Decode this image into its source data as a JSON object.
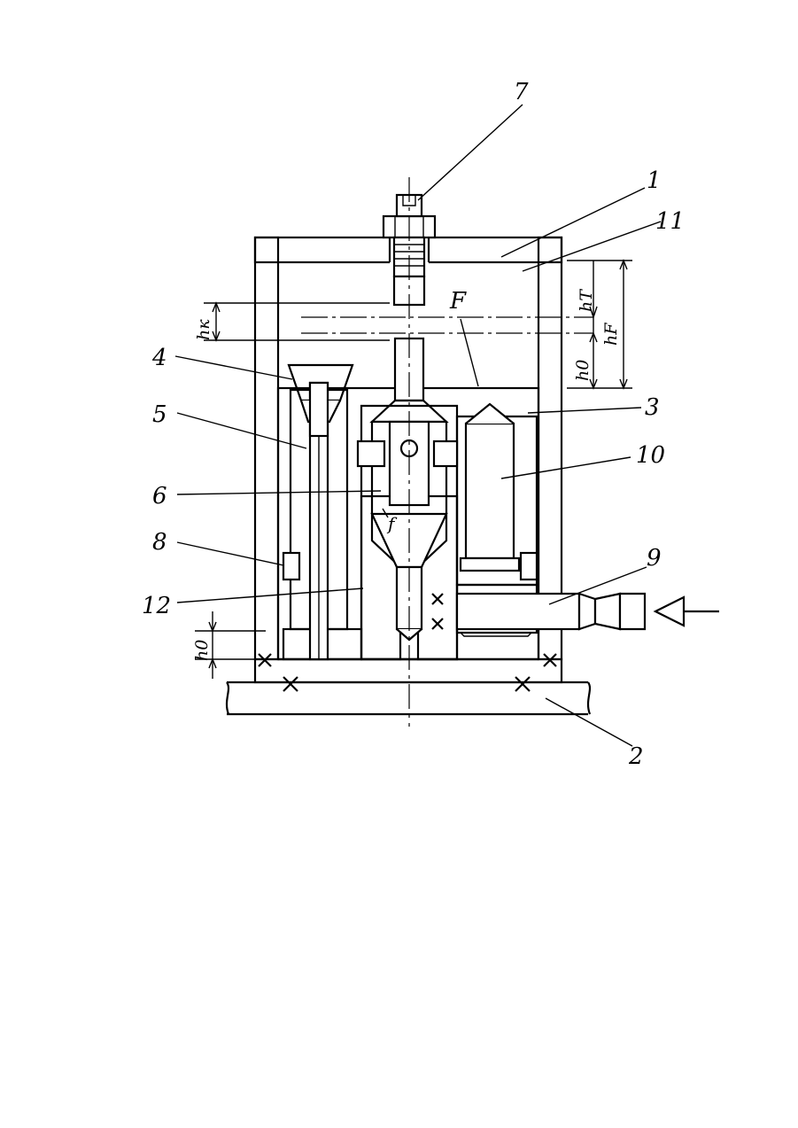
{
  "colors": {
    "ink": "#000000",
    "paper": "#ffffff"
  },
  "labels": {
    "p1": "1",
    "p2": "2",
    "p3": "3",
    "p4": "4",
    "p5": "5",
    "p6": "6",
    "p7": "7",
    "p8": "8",
    "p9": "9",
    "p10": "10",
    "p11": "11",
    "p12": "12",
    "F": "F",
    "f": "f"
  },
  "dims": {
    "hk": "hк",
    "ho_left": "h0",
    "hT": "hT",
    "hF": "hF",
    "ho_right": "h0"
  }
}
